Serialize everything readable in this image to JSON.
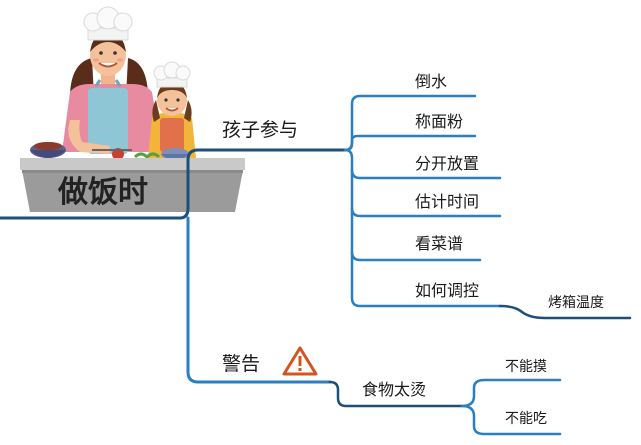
{
  "central_topic": "做饭时",
  "branches": [
    {
      "label": "孩子参与",
      "items": [
        "倒水",
        "称面粉",
        "分开放置",
        "估计时间",
        "看菜谱",
        "如何调控"
      ],
      "sub_item": "烤箱温度"
    },
    {
      "label": "警告",
      "icon": "warning-triangle-icon",
      "child": "食物太烫",
      "sub_items": [
        "不能摸",
        "不能吃"
      ]
    }
  ],
  "colors": {
    "connector": "#2a7fc1",
    "connector_dark": "#1c4f7a",
    "warning": "#d4541e",
    "counter": "#9b9b9b"
  }
}
